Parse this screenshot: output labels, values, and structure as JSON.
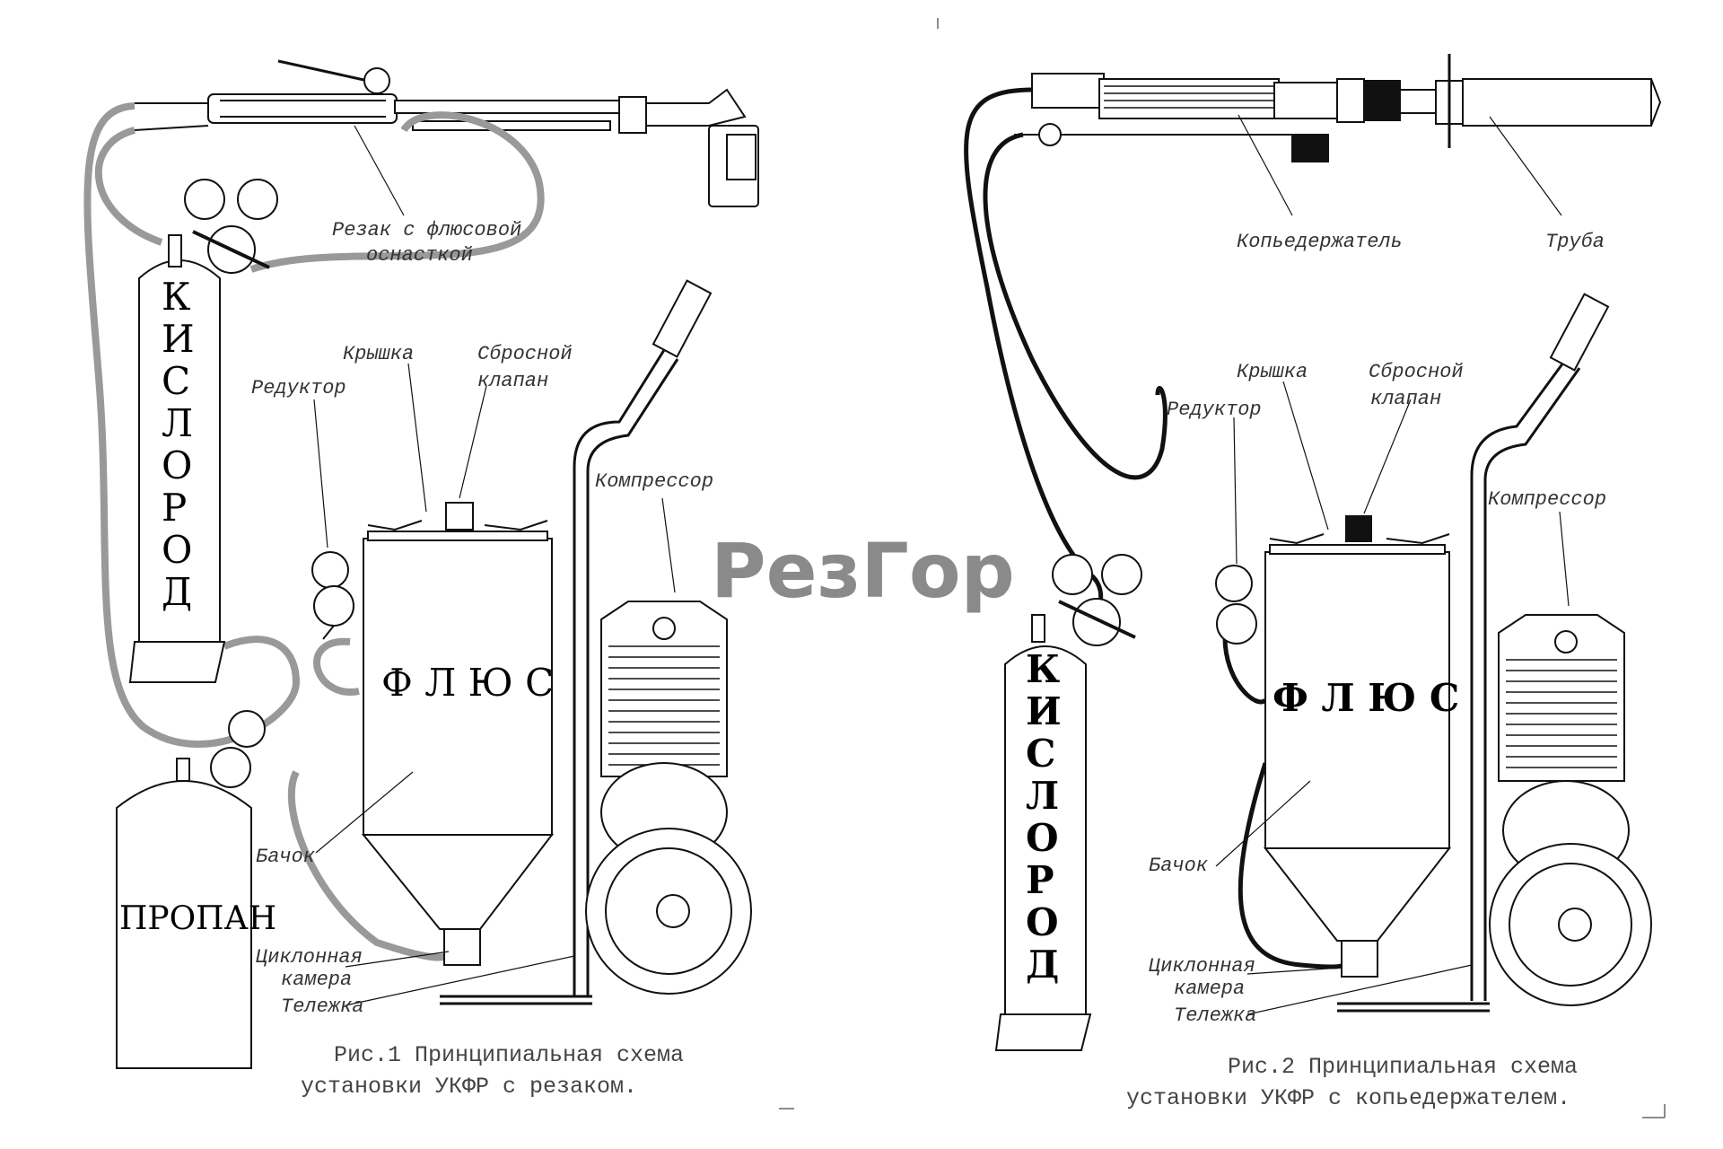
{
  "watermark": "РезГор",
  "fig1": {
    "caption_line1": "Рис.1 Принципиальная схема",
    "caption_line2": "установки УКФР с резаком.",
    "labels": {
      "cutter_line1": "Резак с флюсовой",
      "cutter_line2": "оснасткой",
      "reducer": "Редуктор",
      "lid": "Крышка",
      "valve_line1": "Сбросной",
      "valve_line2": "клапан",
      "compressor": "Компрессор",
      "tank": "Бачок",
      "cyclone_line1": "Циклонная",
      "cyclone_line2": "камера",
      "cart": "Тележка"
    },
    "oxygen": [
      "К",
      "И",
      "С",
      "Л",
      "О",
      "Р",
      "О",
      "Д"
    ],
    "propane": "ПРОПАН",
    "flux": "Ф Л Ю С"
  },
  "fig2": {
    "caption_line1": "Рис.2 Принципиальная схема",
    "caption_line2": "установки УКФР с копьедержателем.",
    "labels": {
      "lance_holder": "Копьедержатель",
      "pipe": "Труба",
      "lid": "Крышка",
      "valve_line1": "Сбросной",
      "valve_line2": "клапан",
      "reducer": "Редуктор",
      "compressor": "Компрессор",
      "tank": "Бачок",
      "cyclone_line1": "Циклонная",
      "cyclone_line2": "камера",
      "cart": "Тележка"
    },
    "oxygen": [
      "К",
      "И",
      "С",
      "Л",
      "О",
      "Р",
      "О",
      "Д"
    ],
    "flux": "Ф Л Ю С"
  }
}
